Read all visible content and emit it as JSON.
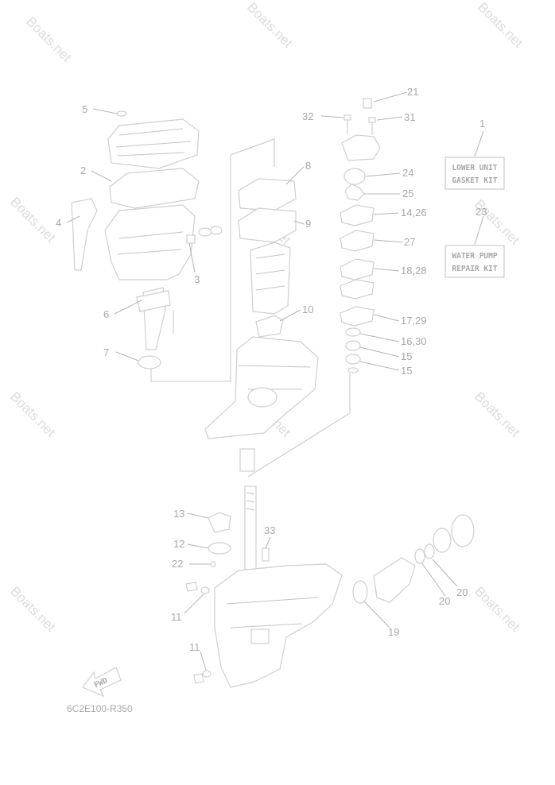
{
  "watermark": "Boats.net",
  "diagram_code": "6C2E100-R350",
  "direction_label": "FWD",
  "kits": {
    "lower_unit": [
      "LOWER UNIT",
      "GASKET KIT"
    ],
    "water_pump": [
      "WATER PUMP",
      "REPAIR KIT"
    ]
  },
  "callouts": {
    "c1": "1",
    "c2": "2",
    "c3": "3",
    "c4": "4",
    "c5": "5",
    "c6": "6",
    "c7": "7",
    "c8": "8",
    "c9": "9",
    "c10": "10",
    "c11a": "11",
    "c11b": "11",
    "c12": "12",
    "c13": "13",
    "c14_26": "14,26",
    "c15a": "15",
    "c15b": "15",
    "c16_30": "16,30",
    "c17_29": "17,29",
    "c18_28": "18,28",
    "c19": "19",
    "c20a": "20",
    "c20b": "20",
    "c21": "21",
    "c22": "22",
    "c23": "23",
    "c24": "24",
    "c25": "25",
    "c27": "27",
    "c31": "31",
    "c32": "32",
    "c33": "33"
  }
}
